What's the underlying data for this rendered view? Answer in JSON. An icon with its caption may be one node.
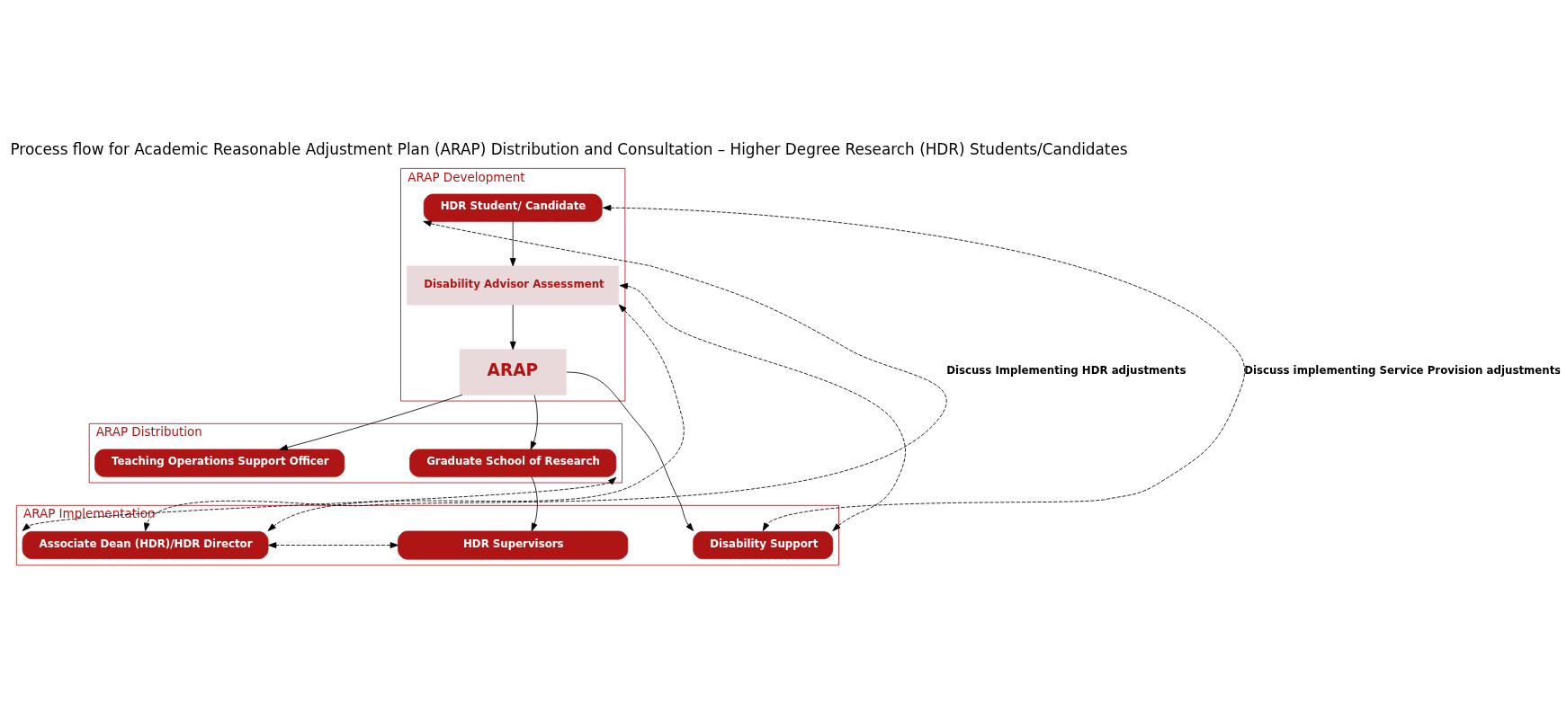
{
  "diagram": {
    "title": "Process flow for Academic Reasonable Adjustment Plan (ARAP) Distribution and Consultation – Higher Degree Research (HDR) Students/Candidates",
    "nodes": [
      {
        "text": [
          "ARAP Development"
        ]
      },
      {
        "text": [
          "HDR Student/ Candidate"
        ],
        "in": 0
      },
      {
        "text": [
          "Disability Advisor Assessment"
        ],
        "in": 0
      },
      {
        "text": [
          "ARAP"
        ],
        "in": 0
      },
      {
        "text": [
          "ARAP Distribution"
        ]
      },
      {
        "text": [
          "Teaching Operations Support Officer"
        ],
        "in": 4
      },
      {
        "text": [
          "Graduate School of Research"
        ],
        "in": 4
      },
      {
        "text": [
          "ARAP Implementation"
        ]
      },
      {
        "text": [
          "Associate Dean (HDR)/HDR Director"
        ],
        "in": 7
      },
      {
        "text": [
          "HDR Supervisors"
        ],
        "in": 7
      },
      {
        "text": [
          "Disability Support"
        ],
        "in": 7
      }
    ],
    "edges": [
      {
        "from": 1,
        "to": 2,
        "arrow": "to"
      },
      {
        "from": 2,
        "to": 3,
        "arrow": "to"
      },
      {
        "from": 3,
        "to": 5,
        "arrow": "to"
      },
      {
        "from": 3,
        "to": 6,
        "arrow": "to"
      },
      {
        "from": 3,
        "to": 10,
        "arrow": "to"
      },
      {
        "from": 6,
        "to": 9,
        "arrow": "to"
      },
      {
        "from": 1,
        "to": 10,
        "arrow": "both",
        "style": "dashed",
        "label": "Discuss implementing Service Provision adjustments"
      },
      {
        "from": 2,
        "to": 10,
        "arrow": "both",
        "style": "dashed"
      },
      {
        "from": 1,
        "to": 8,
        "arrow": "both",
        "style": "dashed",
        "label": "Discuss Implementing HDR adjustments"
      },
      {
        "from": 2,
        "to": 8,
        "arrow": "both",
        "style": "dashed"
      },
      {
        "from": 6,
        "to": 8,
        "arrow": "both",
        "style": "dashed"
      },
      {
        "from": 9,
        "to": 8,
        "arrow": "both",
        "style": "dashed"
      }
    ]
  }
}
